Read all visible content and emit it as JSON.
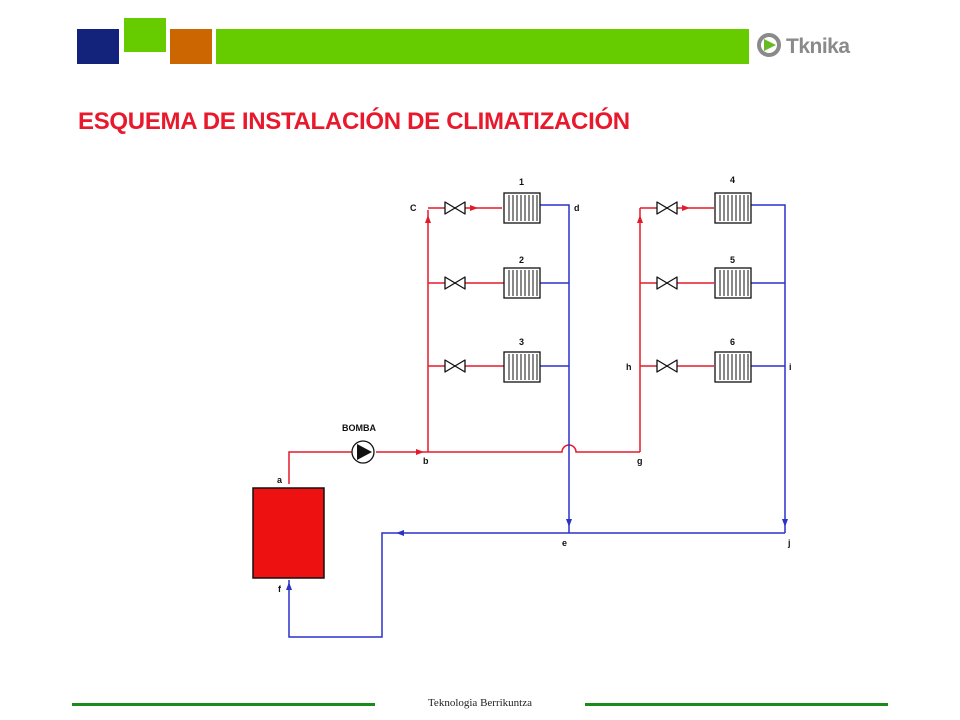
{
  "header": {
    "colors": {
      "navy": "#13227a",
      "green": "#66cc00",
      "orange": "#cc6600",
      "logo_green": "#66bb22",
      "logo_gray": "#8a8a8a"
    },
    "logo_text": "Tknika"
  },
  "title": {
    "text": "ESQUEMA DE INSTALACIÓN DE CLIMATIZACIÓN",
    "color": "#e8192c"
  },
  "diagram": {
    "colors": {
      "supply": "#e41a2a",
      "return": "#2a32c8",
      "boiler": "#ee1111"
    },
    "pump_label": "BOMBA",
    "radiator_labels": [
      "1",
      "2",
      "3",
      "4",
      "5",
      "6"
    ],
    "node_labels": [
      "a",
      "b",
      "C",
      "d",
      "e",
      "f",
      "g",
      "h",
      "i",
      "j"
    ]
  },
  "footer": {
    "text": "Teknologia Berrikuntza",
    "line_color": "#1a8a1a"
  }
}
